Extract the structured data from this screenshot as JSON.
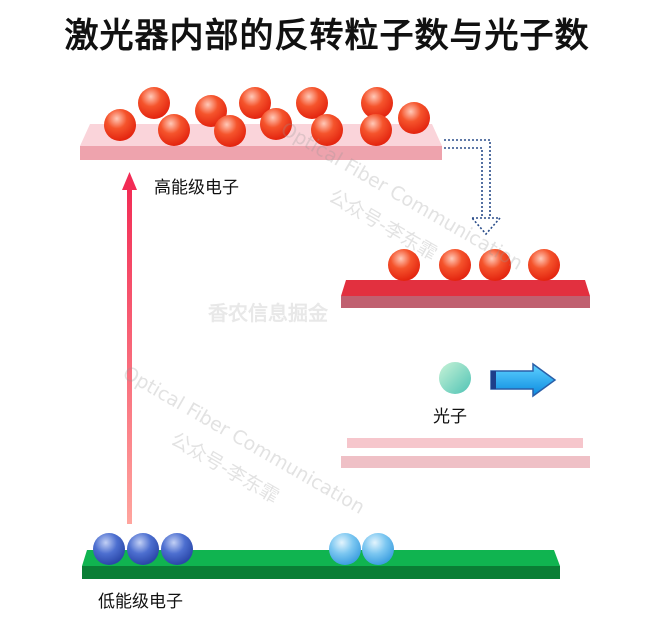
{
  "title": "激光器内部的反转粒子数与光子数",
  "labels": {
    "high_level": "高能级电子",
    "low_level": "低能级电子",
    "photon": "光子"
  },
  "watermarks": {
    "line1": "Optical Fiber Communication",
    "line2": "公众号-李东霏",
    "line3": "香农信息掘金"
  },
  "colors": {
    "high_electron": "#ef3a1e",
    "low_electron_blue": "#3b5fc4",
    "low_electron_light": "#5ab4ec",
    "photon": "#60d6b0",
    "high_bar": "#f4b3bb",
    "middle_bar": "#d6303f",
    "low_bar": "#0aa94c",
    "pump_arrow": "#f43d5c",
    "photon_arrow": "#18aef0"
  }
}
